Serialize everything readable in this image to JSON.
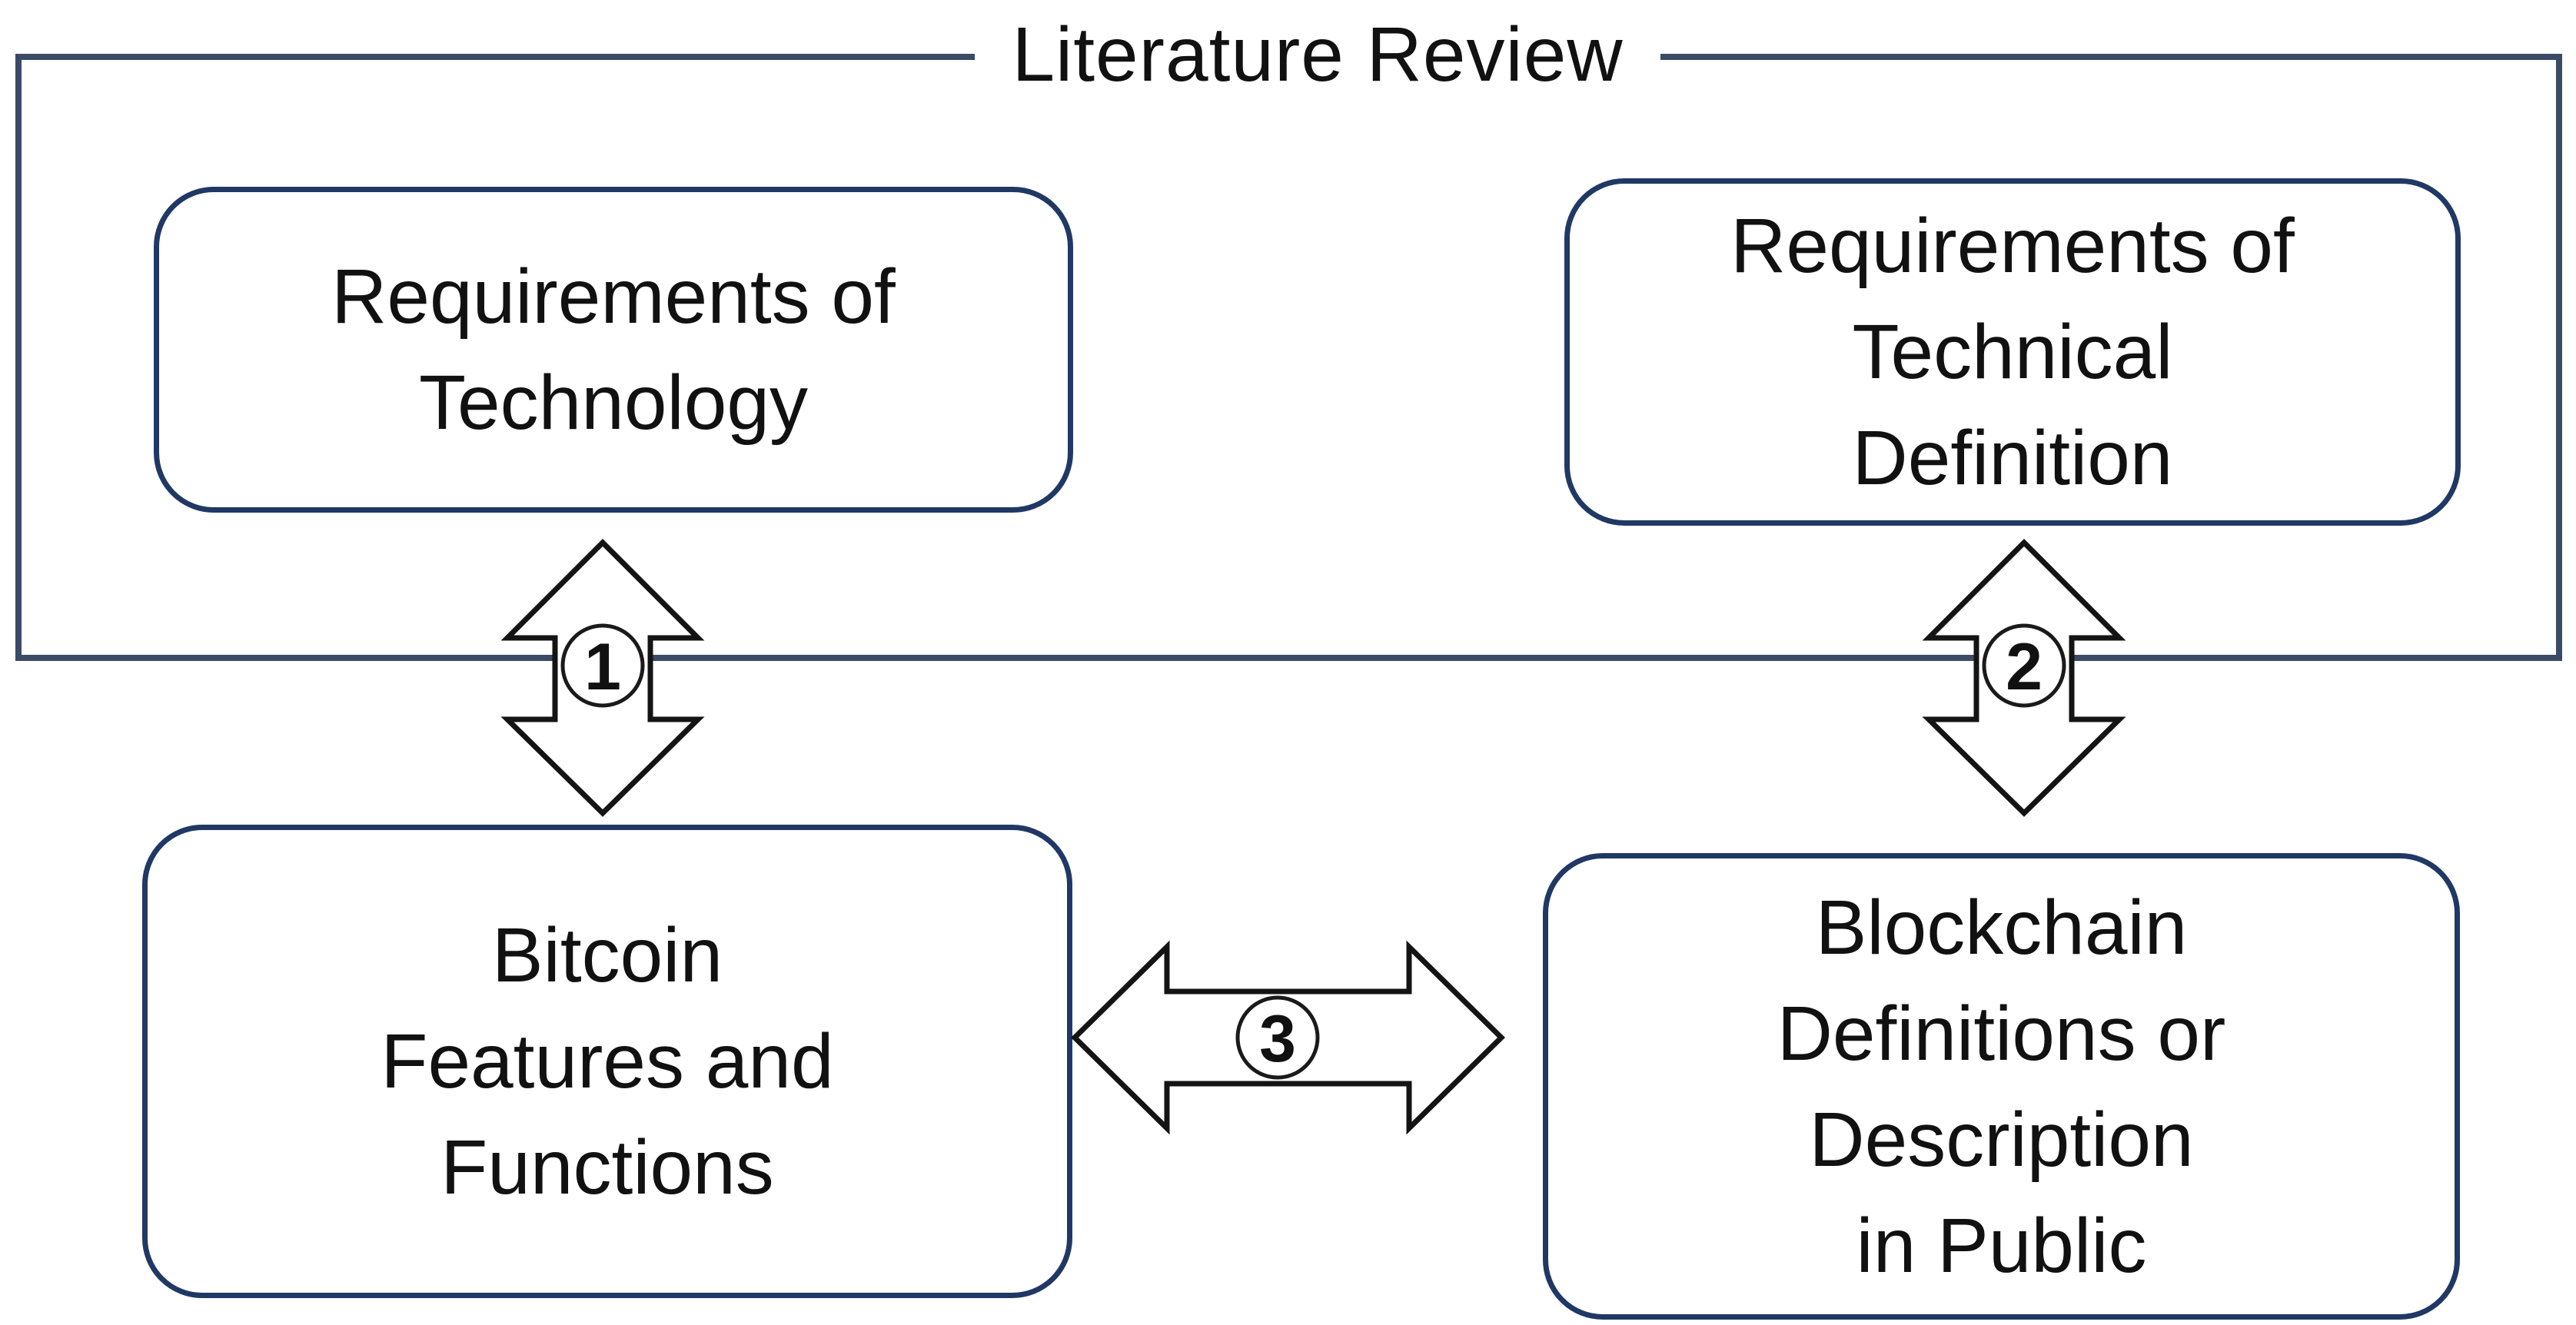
{
  "diagram": {
    "title": "Literature Review",
    "boxes": {
      "requirements_technology": {
        "label": "Requirements of\nTechnology"
      },
      "requirements_technical_definition": {
        "label": "Requirements of\nTechnical\nDefinition"
      },
      "bitcoin_features_functions": {
        "label": "Bitcoin\nFeatures and\nFunctions"
      },
      "blockchain_definitions_public": {
        "label": "Blockchain\nDefinitions or\nDescription\nin Public"
      }
    },
    "connectors": {
      "arrow1": {
        "number": "1",
        "style": "vertical-double-arrow"
      },
      "arrow2": {
        "number": "2",
        "style": "vertical-double-arrow"
      },
      "arrow3": {
        "number": "3",
        "style": "horizontal-double-arrow"
      }
    },
    "colors": {
      "background": "#ffffff",
      "frame_border": "#3b4a66",
      "box_border": "#203864",
      "arrow_stroke": "#141414",
      "text": "#111111"
    }
  }
}
